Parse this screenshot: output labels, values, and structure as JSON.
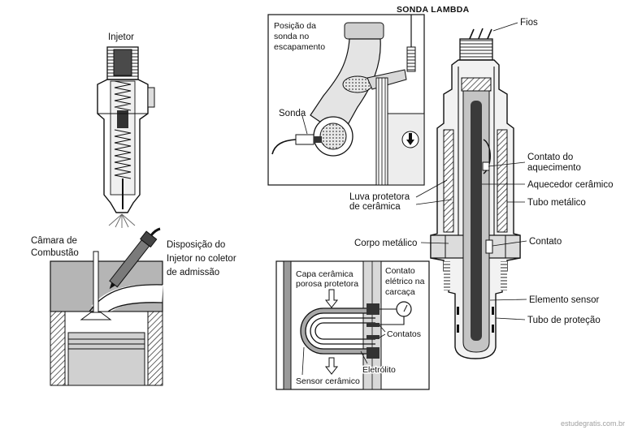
{
  "title": "SONDA LAMBDA",
  "injector": {
    "title": "Injetor",
    "chamber_label": [
      "Câmara de",
      "Combustão"
    ],
    "placement_label": [
      "Disposição do",
      "Injetor no coletor",
      "de admissão"
    ]
  },
  "exhaust_inset": {
    "caption": [
      "Posição da",
      "sonda no",
      "escapamento"
    ],
    "probe_label": "Sonda"
  },
  "sensor_labels": {
    "wires": "Fios",
    "heater_contact": [
      "Contato do",
      "aquecimento"
    ],
    "ceramic_heater": "Aquecedor cerâmico",
    "ceramic_sleeve": [
      "Luva protetora",
      "de cerâmica"
    ],
    "metal_tube": "Tubo metálico",
    "metal_body": "Corpo metálico",
    "contact": "Contato",
    "sensor_element": "Elemento sensor",
    "protection_tube": "Tubo de proteção"
  },
  "ceramic_inset": {
    "porous_cap": [
      "Capa cerâmica",
      "porosa protetora"
    ],
    "housing_contact": [
      "Contato",
      "elétrico na",
      "carcaça"
    ],
    "contacts": "Contatos",
    "electrolyte": "Eletrólito",
    "ceramic_sensor": "Sensor cerâmico"
  },
  "watermark": "estudegratis.com.br",
  "colors": {
    "ink": "#111111",
    "shade": "#b5b5b5",
    "dark_shade": "#3a3a3a",
    "watermark": "#a0a0a0"
  }
}
